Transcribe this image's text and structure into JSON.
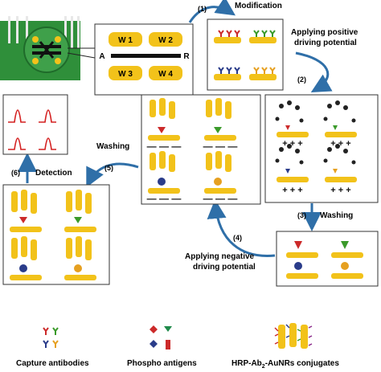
{
  "electrodes": {
    "w1": "W 1",
    "w2": "W 2",
    "w3": "W 3",
    "w4": "W 4",
    "a": "A",
    "r": "R"
  },
  "steps": {
    "s1": "(1)",
    "s1_text": "Modification",
    "s2": "(2)",
    "s2_text_1": "Applying  positive",
    "s2_text_2": "driving potential",
    "s3": "(3)",
    "s3_text": "Washing",
    "s4": "(4)",
    "s4_text_1": "Applying negative",
    "s4_text_2": "driving potential",
    "s5": "(5)",
    "s5_text": "Washing",
    "s6": "(6)",
    "s6_text": "Detection"
  },
  "legend": {
    "capture": "Capture antibodies",
    "phospho": "Phospho antigens",
    "hrp_prefix": "HRP-Ab",
    "hrp_sub": "2",
    "hrp_suffix": "-AuNRs conjugates"
  },
  "colors": {
    "electrode_gold": "#f2c21a",
    "arrow_blue": "#2f6fa8",
    "chip_green": "#2f8f3a",
    "antibody_red": "#cc2a2a",
    "antibody_green": "#3a9a2a",
    "antibody_blue": "#2a3c8a",
    "antibody_orange": "#e6a020",
    "peak_red": "#d42020"
  }
}
